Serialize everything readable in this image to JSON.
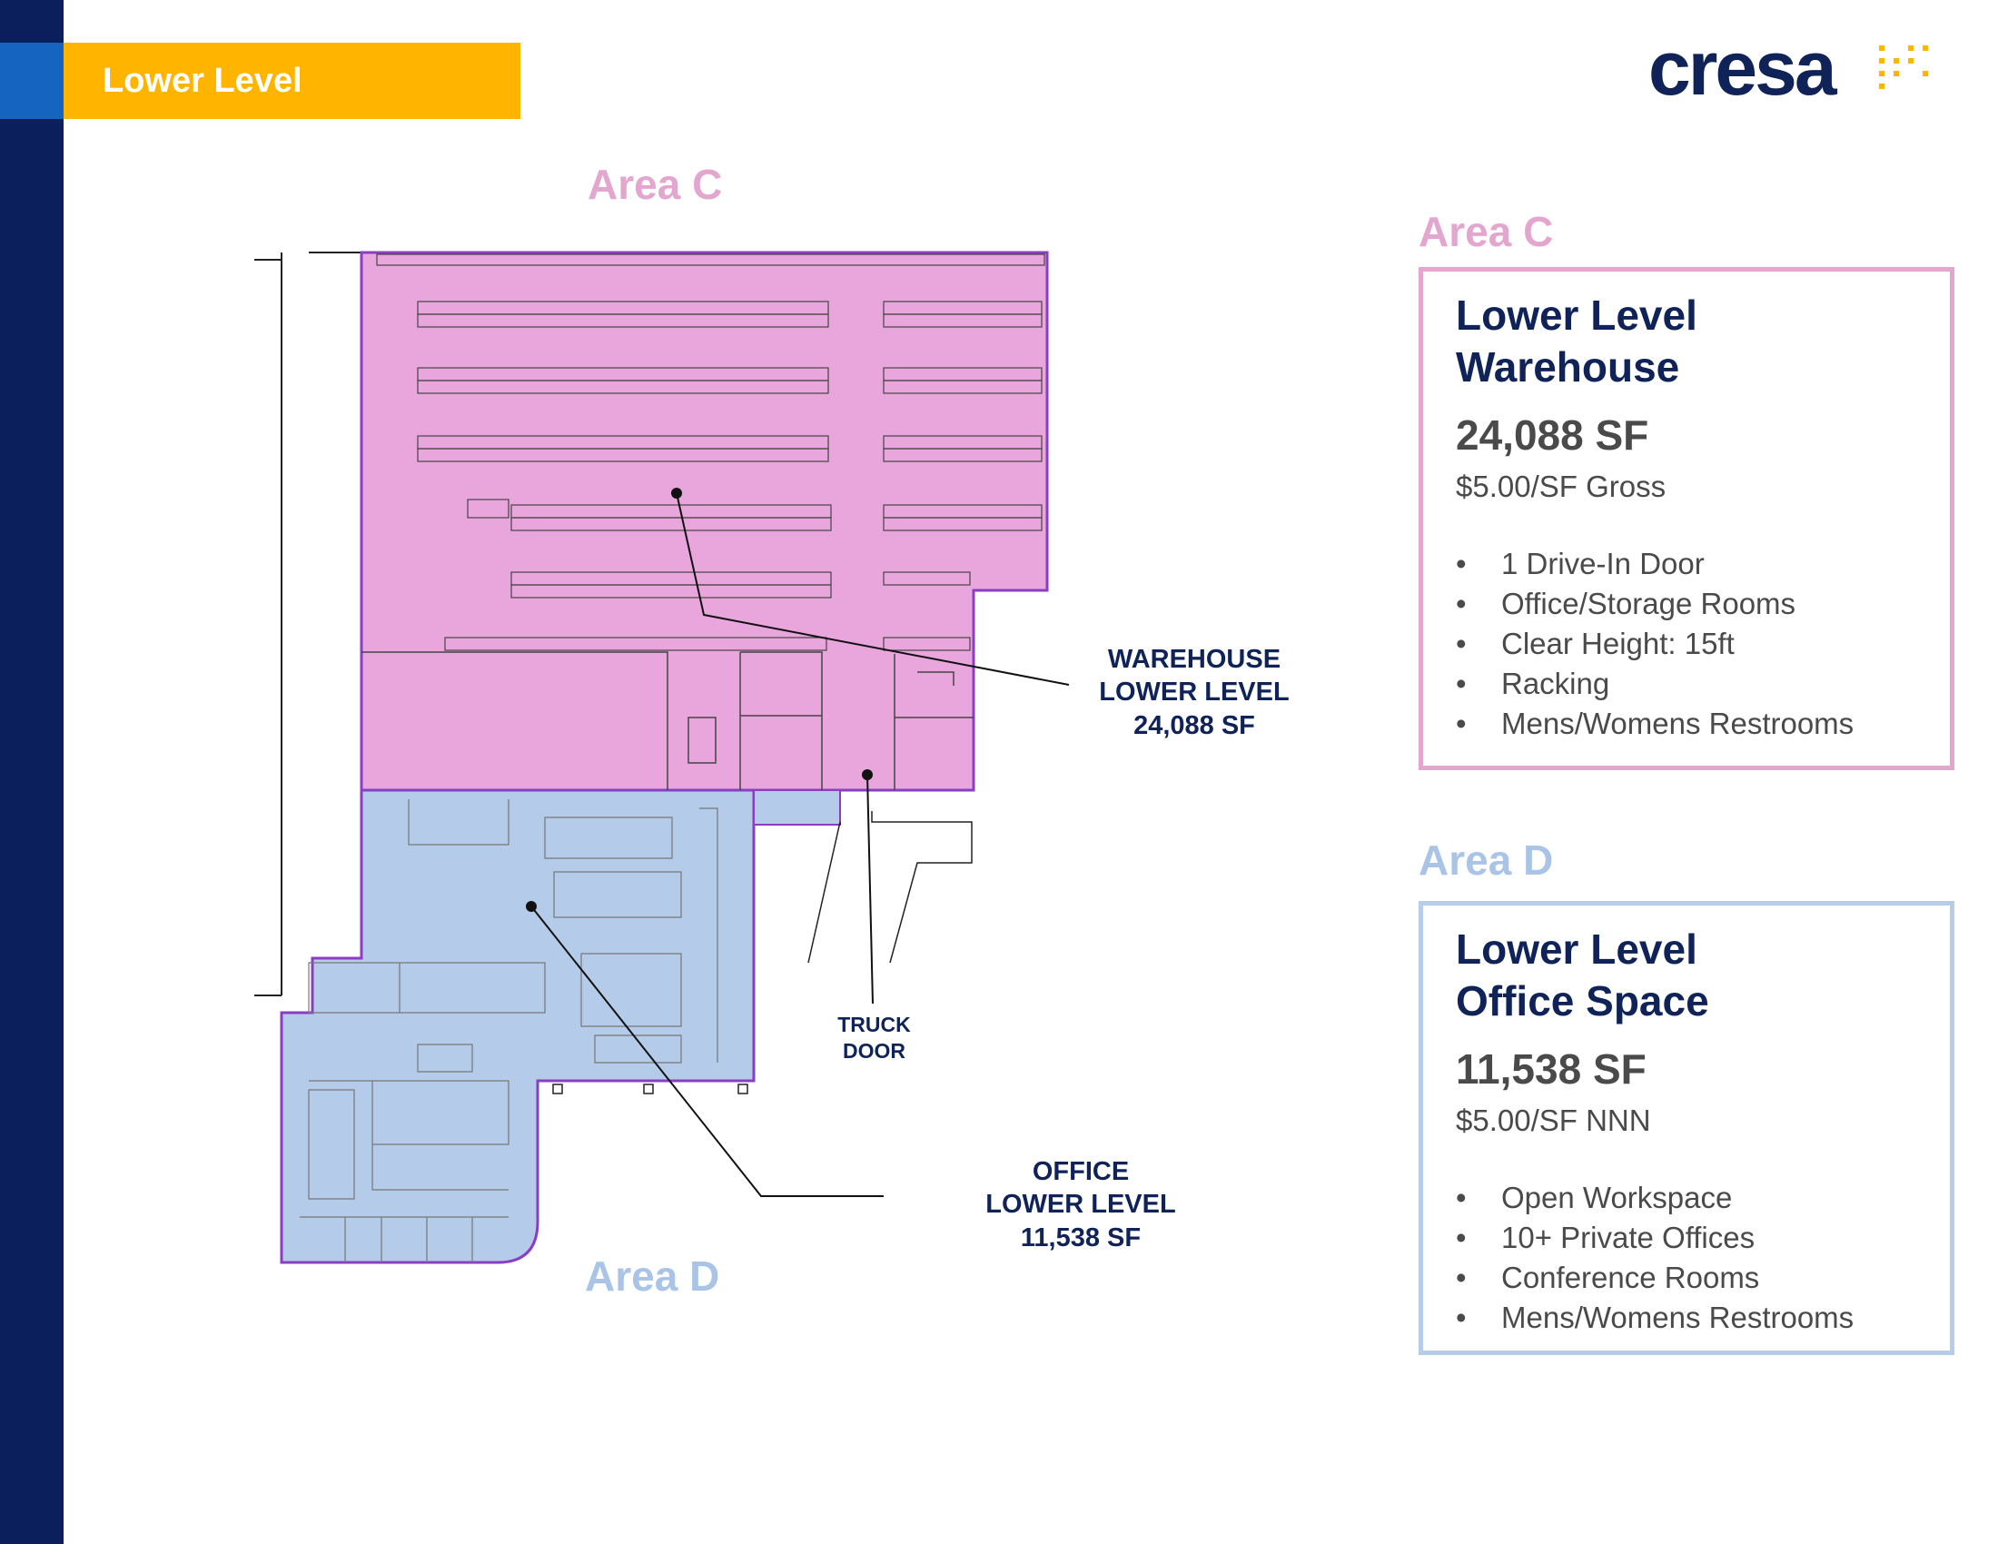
{
  "header": {
    "title": "Lower Level"
  },
  "logo": {
    "text": "cresa"
  },
  "plan": {
    "area_c_label": "Area C",
    "area_d_label": "Area D",
    "warehouse_callout": [
      "WAREHOUSE",
      "LOWER LEVEL",
      "24,088 SF"
    ],
    "truck_callout": [
      "TRUCK",
      "DOOR"
    ],
    "office_callout": [
      "OFFICE",
      "LOWER LEVEL",
      "11,538 SF"
    ]
  },
  "area_c": {
    "heading": "Area C",
    "title_lines": [
      "Lower Level",
      "Warehouse"
    ],
    "sf": "24,088 SF",
    "price": "$5.00/SF Gross",
    "features": [
      "1 Drive-In Door",
      "Office/Storage Rooms",
      "Clear Height: 15ft",
      "Racking",
      "Mens/Womens Restrooms"
    ]
  },
  "area_d": {
    "heading": "Area D",
    "title_lines": [
      "Lower Level",
      "Office Space"
    ],
    "sf": "11,538 SF",
    "price": "$5.00/SF NNN",
    "features": [
      "Open Workspace",
      "10+ Private Offices",
      "Conference Rooms",
      "Mens/Womens Restrooms"
    ]
  },
  "colors": {
    "navy": "#0b1f5c",
    "accent_blue": "#1565c0",
    "tab_yellow": "#ffb400",
    "area_c_fill": "#e8a6dc",
    "area_d_fill": "#b4cbea",
    "area_c_label": "#e3a6cf",
    "area_d_label": "#a9c4e6"
  },
  "bullet": "•"
}
